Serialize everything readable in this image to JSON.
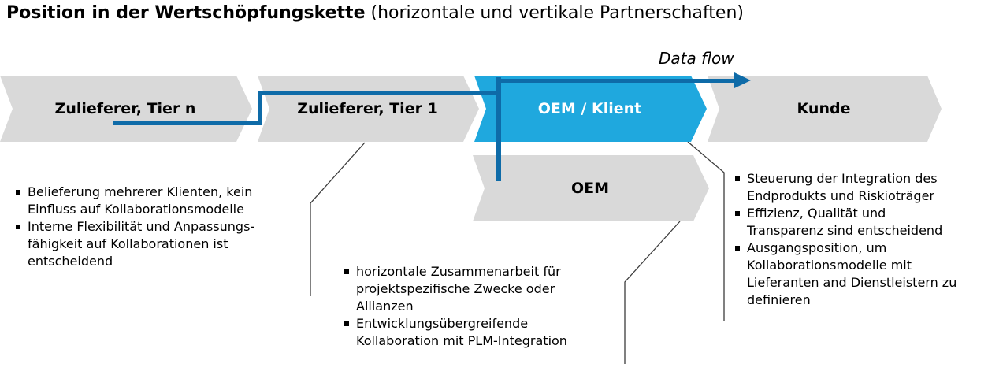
{
  "title": {
    "main": "Position in der Wertschöpfungskette",
    "subtitle": "(horizontale und vertikale Partnerschaften)"
  },
  "data_flow": {
    "label": "Data flow"
  },
  "stages": [
    {
      "label": "Zulieferer, Tier n"
    },
    {
      "label": "Zulieferer, Tier 1"
    },
    {
      "label": "OEM / Klient"
    },
    {
      "label": "Kunde"
    },
    {
      "label": "OEM"
    }
  ],
  "notes": {
    "supplier": {
      "items": [
        "Belieferung mehrerer Klienten, kein Einfluss auf Kollaborationsmodelle",
        "Interne Flexibilität und Anpassungs-fähigkeit auf Kollaborationen ist entscheidend"
      ]
    },
    "oem": {
      "items": [
        "horizontale Zusammenarbeit für projektspezifische Zwecke oder Allianzen",
        "Entwicklungsübergreifende Kollaboration mit PLM-Integration"
      ]
    },
    "oem_klient": {
      "items": [
        "Steuerung der Integration des Endprodukts und Riskioträger",
        "Effizienz, Qualität und Transparenz sind entscheidend",
        "Ausgangsposition, um Kollaborationsmodelle mit Lieferanten and Dienstleistern zu definieren"
      ]
    }
  },
  "colors": {
    "stage_gray": "#D9D9D9",
    "accent_cyan": "#1FA8DE",
    "flow_blue": "#0E6BA8",
    "connector": "#3C3C3C",
    "text": "#000000"
  }
}
